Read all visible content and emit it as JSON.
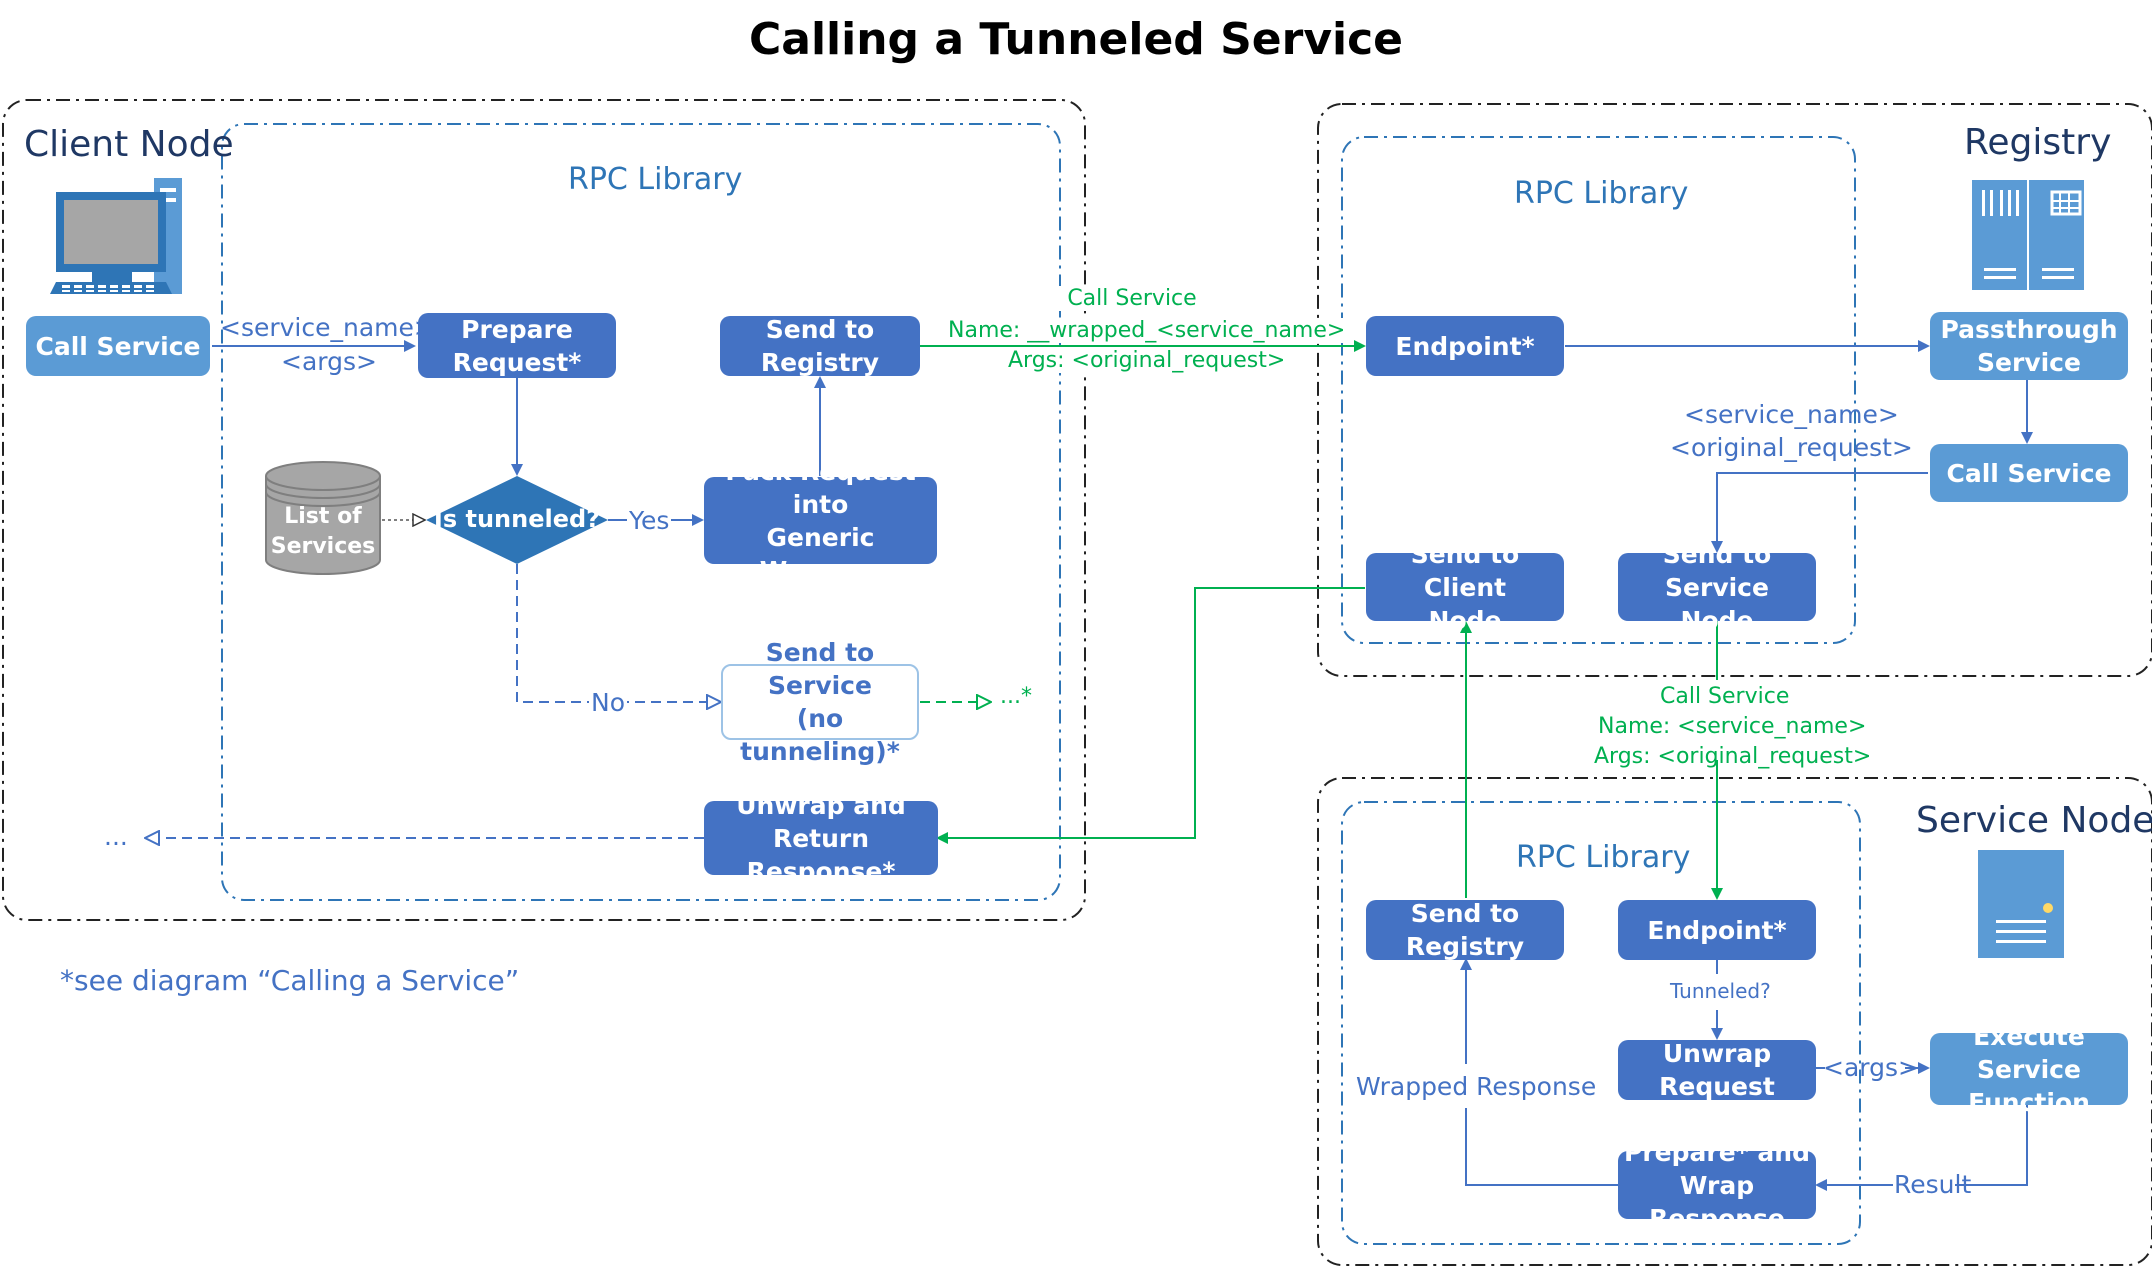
{
  "title": "Calling a Tunneled Service",
  "client_node": {
    "title": "Client Node",
    "library_title": "RPC Library",
    "call_service": "Call Service",
    "arrow_label_1": "<service_name>",
    "arrow_label_2": "<args>",
    "prepare_request": "Prepare\nRequest*",
    "database": "List of\nServices",
    "decision": "Is tunneled?",
    "yes_label": "Yes",
    "no_label": "No",
    "pack_request": "Pack Request into\nGeneric Wrapper",
    "send_to_registry": "Send to Registry",
    "send_to_service": "Send to Service\n(no tunneling)*",
    "continue_label": "...*",
    "unwrap_return": "Unwrap and\nReturn Response*",
    "return_label": "..."
  },
  "registry_call": {
    "line1": "Call Service",
    "line2": "Name: __wrapped_<service_name>",
    "line3": "Args: <original_request>"
  },
  "registry": {
    "title": "Registry",
    "library_title": "RPC Library",
    "endpoint": "Endpoint*",
    "passthrough": "Passthrough\nService",
    "call_service": "Call Service",
    "label_1": "<service_name>",
    "label_2": "<original_request>",
    "send_to_client": "Send to Client\nNode",
    "send_to_service": "Send to Service\nNode"
  },
  "service_call": {
    "line1": "Call Service",
    "line2": "Name: <service_name>",
    "line3": "Args: <original_request>"
  },
  "service_node": {
    "title": "Service Node",
    "library_title": "RPC Library",
    "send_to_registry": "Send to Registry",
    "endpoint": "Endpoint*",
    "tunneled_label": "Tunneled?",
    "unwrap_request": "Unwrap\nRequest",
    "args_label": "<args>",
    "execute": "Execute Service\nFunction",
    "result_label": "Result",
    "prepare_wrap": "Prepare* and\nWrap Response",
    "wrapped_label": "Wrapped Response"
  },
  "footnote": "*see diagram “Calling a Service”",
  "colors": {
    "dark_box": "#4472c4",
    "light_box": "#5b9bd5",
    "flow_blue": "#4472c4",
    "flow_green": "#00b050",
    "library_border": "#2e75b6"
  }
}
